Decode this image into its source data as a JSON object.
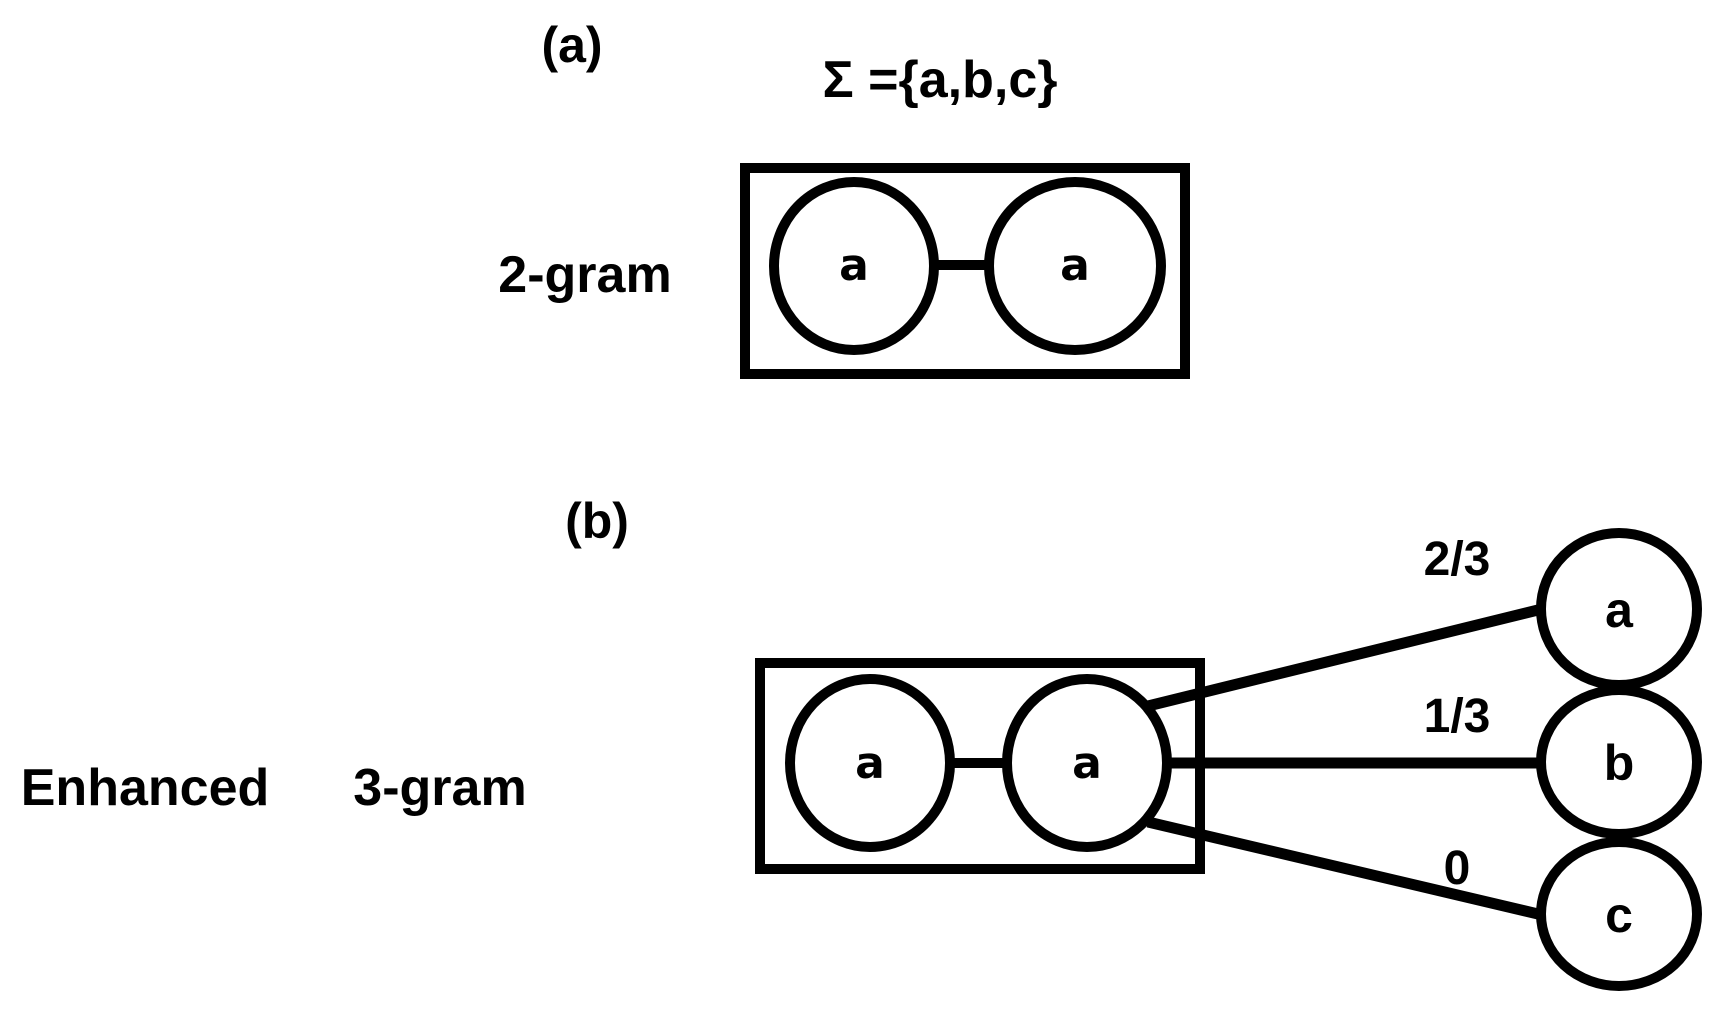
{
  "panel_a": {
    "tag": "(a)",
    "alphabet": "Σ ={a,b,c}",
    "row_label": "2-gram",
    "nodes": [
      "a",
      "a"
    ]
  },
  "panel_b": {
    "tag": "(b)",
    "row_label_1": "Enhanced",
    "row_label_2": "3-gram",
    "nodes": [
      "a",
      "a"
    ],
    "targets": [
      {
        "label": "a",
        "probability": "2/3"
      },
      {
        "label": "b",
        "probability": "1/3"
      },
      {
        "label": "c",
        "probability": "0"
      }
    ]
  }
}
